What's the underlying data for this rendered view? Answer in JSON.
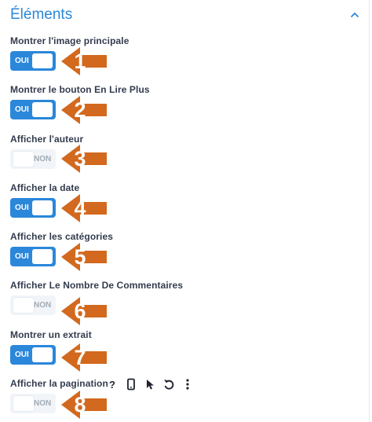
{
  "panel": {
    "title": "Éléments",
    "collapse_icon": "chevron-up-icon"
  },
  "options": [
    {
      "id": "image",
      "label": "Montrer l'image principale",
      "state": "OUI",
      "on": true,
      "marker": "1"
    },
    {
      "id": "more-button",
      "label": "Montrer le bouton En Lire Plus",
      "state": "OUI",
      "on": true,
      "marker": "2"
    },
    {
      "id": "author",
      "label": "Afficher l'auteur",
      "state": "NON",
      "on": false,
      "marker": "3"
    },
    {
      "id": "date",
      "label": "Afficher la date",
      "state": "OUI",
      "on": true,
      "marker": "4"
    },
    {
      "id": "categories",
      "label": "Afficher les catégories",
      "state": "OUI",
      "on": true,
      "marker": "5"
    },
    {
      "id": "comments",
      "label": "Afficher Le Nombre De Commentaires",
      "state": "NON",
      "on": false,
      "marker": "6"
    },
    {
      "id": "excerpt",
      "label": "Montrer un extrait",
      "state": "OUI",
      "on": true,
      "marker": "7"
    },
    {
      "id": "pagination",
      "label": "Afficher la pagination",
      "state": "NON",
      "on": false,
      "marker": "8"
    }
  ],
  "pagination_tools": [
    "help-icon",
    "mobile-icon",
    "cursor-icon",
    "undo-icon",
    "more-vertical-icon"
  ],
  "colors": {
    "accent": "#2b87da",
    "arrow": "#d2691e",
    "label": "#333c4e",
    "off_bg": "#f1f5f9"
  }
}
